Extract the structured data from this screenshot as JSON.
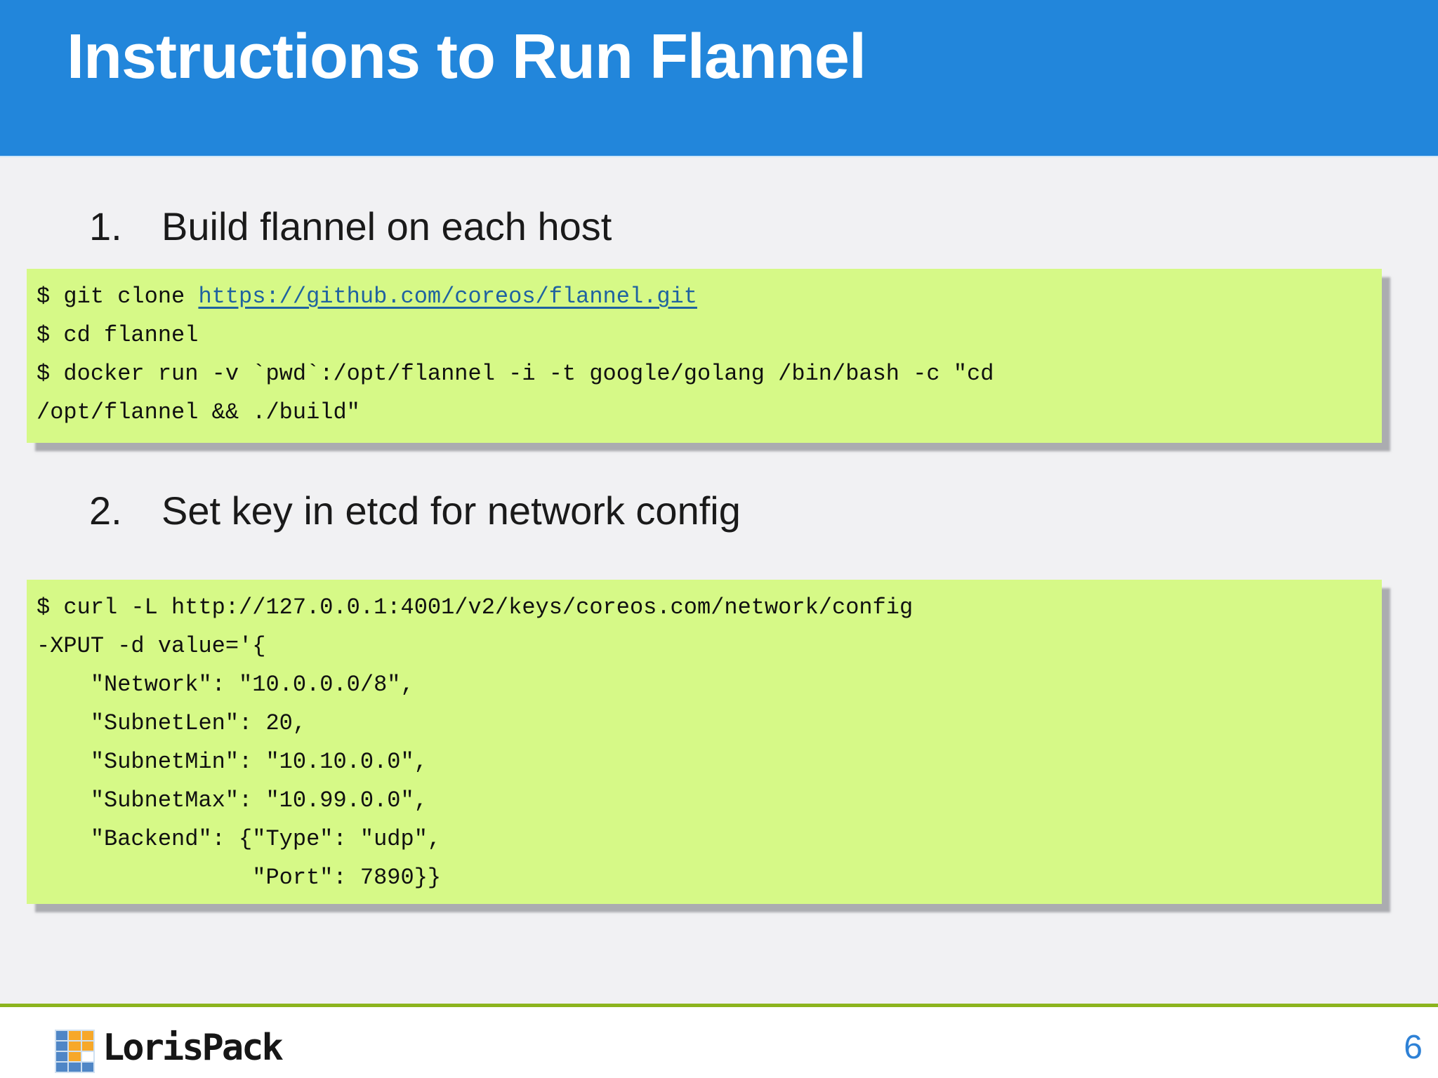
{
  "header": {
    "title": "Instructions to Run Flannel"
  },
  "steps": [
    {
      "number": "1.",
      "label": "Build flannel on each host"
    },
    {
      "number": "2.",
      "label": "Set key in etcd for network config"
    }
  ],
  "code_block_1": {
    "line1_prefix": "$ git clone ",
    "line1_link": "https://github.com/coreos/flannel.git",
    "line2": "$ cd flannel",
    "line3": "$ docker run -v `pwd`:/opt/flannel -i -t google/golang /bin/bash -c \"cd",
    "line4": "/opt/flannel && ./build\""
  },
  "code_block_2": {
    "lines": [
      "$ curl -L http://127.0.0.1:4001/v2/keys/coreos.com/network/config",
      "-XPUT -d value='{",
      "    \"Network\": \"10.0.0.0/8\",",
      "    \"SubnetLen\": 20,",
      "    \"SubnetMin\": \"10.10.0.0\",",
      "    \"SubnetMax\": \"10.99.0.0\",",
      "    \"Backend\": {\"Type\": \"udp\",",
      "                \"Port\": 7890}}"
    ]
  },
  "footer": {
    "logo_text": "LorisPack",
    "page_number": "6"
  },
  "colors": {
    "header_blue": "#2286db",
    "body_gray": "#f1f1f3",
    "code_green": "#d6f987",
    "link_blue": "#1f62a0",
    "footer_rule_green": "#8cb41e",
    "page_number_blue": "#2e81d6",
    "logo_blue": "#4f86c6",
    "logo_orange": "#f7a829"
  }
}
